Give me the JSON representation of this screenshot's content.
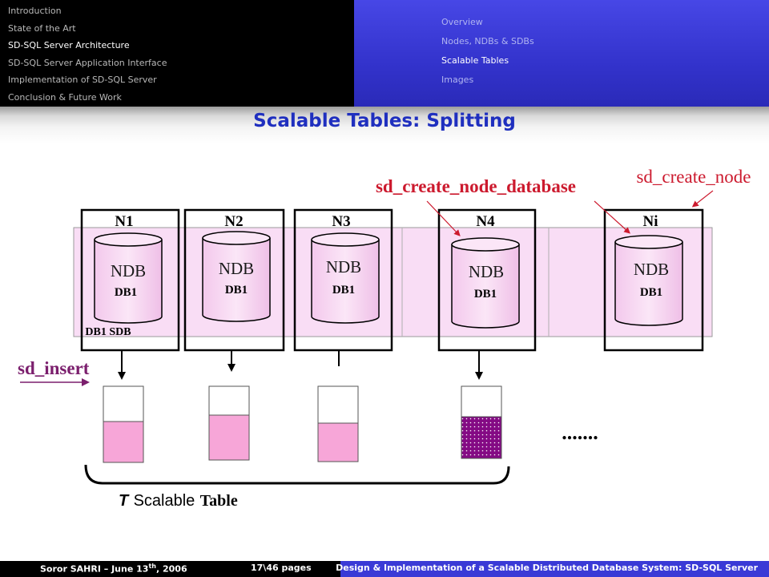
{
  "header": {
    "sections": [
      "Introduction",
      "State of the Art",
      "SD-SQL Server Architecture",
      "SD-SQL Server Application Interface",
      "Implementation of SD-SQL Server",
      "Conclusion & Future Work"
    ],
    "active_section": 2,
    "subsections": [
      "Overview",
      "Nodes, NDBs & SDBs",
      "Scalable Tables",
      "Images"
    ],
    "active_subsection": 2
  },
  "slide": {
    "title": "Scalable Tables: Splitting"
  },
  "diagram": {
    "nodes": [
      {
        "label": "N1",
        "ndb": "NDB",
        "db": "DB1"
      },
      {
        "label": "N2",
        "ndb": "NDB",
        "db": "DB1"
      },
      {
        "label": "N3",
        "ndb": "NDB",
        "db": "DB1"
      },
      {
        "label": "N4",
        "ndb": "NDB",
        "db": "DB1"
      },
      {
        "label": "Ni",
        "ndb": "NDB",
        "db": "DB1"
      }
    ],
    "sdb_label": "DB1 SDB",
    "sd_create_node_database": "sd_create_node_database",
    "sd_create_node": "sd_create_node",
    "sd_insert": "sd_insert",
    "ellipsis": ".......",
    "table_label_italic": "T",
    "table_label_word1": "Scalable",
    "table_label_word2": "Table",
    "colors": {
      "pink_fill": "#f7a6d8",
      "sdb_band": "#f9ddf5",
      "label_red": "#cc1a2e",
      "insert_purple": "#7b1f6d",
      "dotted_fill": "#840a84"
    }
  },
  "footer": {
    "author": "Soror SAHRI – June 13",
    "author_sup": "th",
    "year": ", 2006",
    "pages": "17\\46 pages",
    "desc": "Design & Implementation of a Scalable Distributed Database System: SD-SQL Server"
  }
}
